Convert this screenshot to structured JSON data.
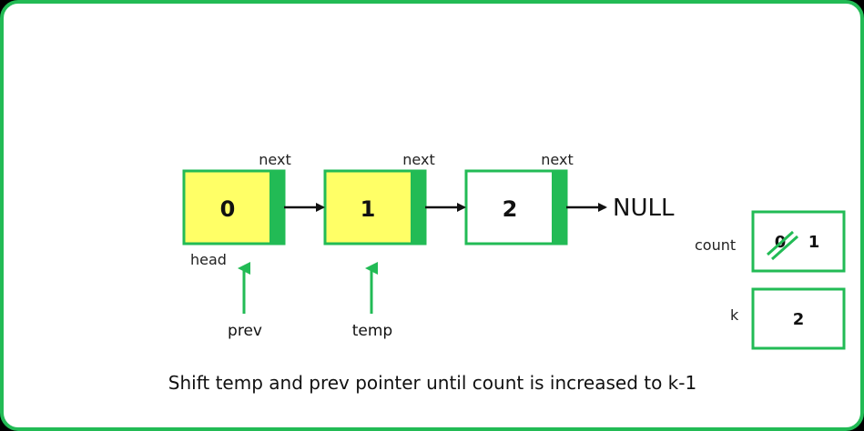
{
  "colors": {
    "green": "#22bb55",
    "highlight": "#ffff66",
    "text": "#111111"
  },
  "nodes": [
    {
      "value": "0",
      "next_label": "next",
      "highlighted": true
    },
    {
      "value": "1",
      "next_label": "next",
      "highlighted": true
    },
    {
      "value": "2",
      "next_label": "next",
      "highlighted": false
    }
  ],
  "null_label": "NULL",
  "head_label": "head",
  "pointers": [
    {
      "label": "prev",
      "node_index": 0
    },
    {
      "label": "temp",
      "node_index": 1
    }
  ],
  "variables": [
    {
      "label": "count",
      "old_value": "0",
      "value": "1",
      "struck": true
    },
    {
      "label": "k",
      "value": "2",
      "struck": false
    }
  ],
  "caption": "Shift temp and prev pointer until count is increased to k-1"
}
